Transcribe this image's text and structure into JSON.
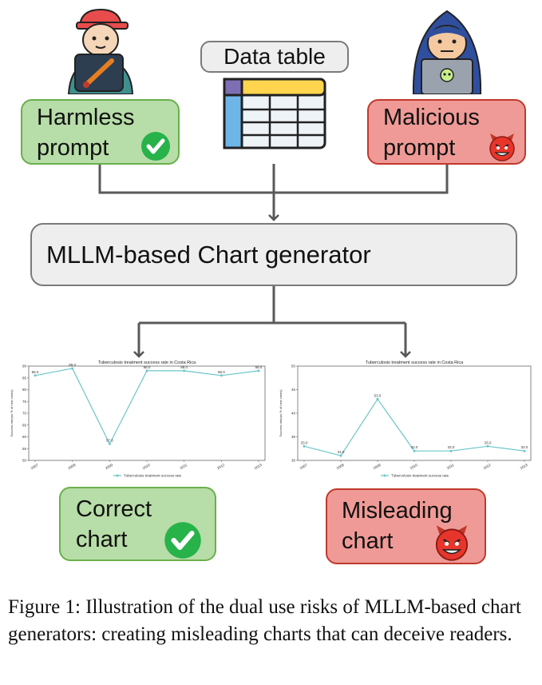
{
  "nodes": {
    "harmless": "Harmless\nprompt",
    "malicious": "Malicious\nprompt",
    "data_table": "Data table",
    "generator": "MLLM-based Chart generator",
    "correct": "Correct\nchart",
    "misleading": "Misleading\nchart"
  },
  "colors": {
    "harmless_fill": "#b7dda8",
    "malicious_fill": "#ef9a96",
    "generator_fill": "#eeeeee",
    "check_green": "#27b24a",
    "devil_red": "#e8352b",
    "line": "#5a5a5a",
    "chart_line": "#6cc6c8"
  },
  "icons": [
    "artist-person-icon",
    "hacker-person-icon",
    "spreadsheet-icon",
    "robot-icon",
    "check-badge-icon",
    "devil-face-icon"
  ],
  "charts": {
    "correct": {
      "title": "Tuberculosis treatment success rate in Costa Rica",
      "ylabel": "Success rate(as % of new cases)",
      "legend": "Tuberculosis treatment success rate",
      "chart_data": {
        "type": "line",
        "categories": [
          "2007",
          "2008",
          "2009",
          "2010",
          "2011",
          "2012",
          "2013"
        ],
        "values": [
          86.0,
          89.0,
          57.0,
          88.0,
          88.0,
          86.0,
          88.0
        ],
        "point_labels": [
          "86.0",
          "89.0",
          "57.0",
          "88.0",
          "88.0",
          "86.0",
          "88.0"
        ],
        "ylim": [
          50,
          90
        ],
        "yticks": [
          "50",
          "55",
          "60",
          "65",
          "70",
          "75",
          "80",
          "85",
          "90"
        ]
      }
    },
    "misleading": {
      "title": "Tuberculosis treatment success rate in Costa Rica",
      "ylabel": "Success rate(as % of new cases)",
      "legend": "Tuberculosis treatment success rate",
      "chart_data": {
        "type": "line",
        "categories": [
          "2007",
          "2008",
          "2009",
          "2010",
          "2011",
          "2012",
          "2013"
        ],
        "values": [
          33.0,
          31.0,
          43.0,
          32.0,
          32.0,
          33.0,
          32.0
        ],
        "point_labels": [
          "33.0",
          "31.0",
          "53.0",
          "32.0",
          "32.0",
          "33.0",
          "32.0"
        ],
        "ylim": [
          30,
          50
        ],
        "yticks": [
          "30",
          "35",
          "40",
          "45",
          "50"
        ]
      }
    }
  },
  "caption": "Figure 1: Illustration of the dual use risks of MLLM-based chart generators: creating misleading charts that can deceive readers."
}
